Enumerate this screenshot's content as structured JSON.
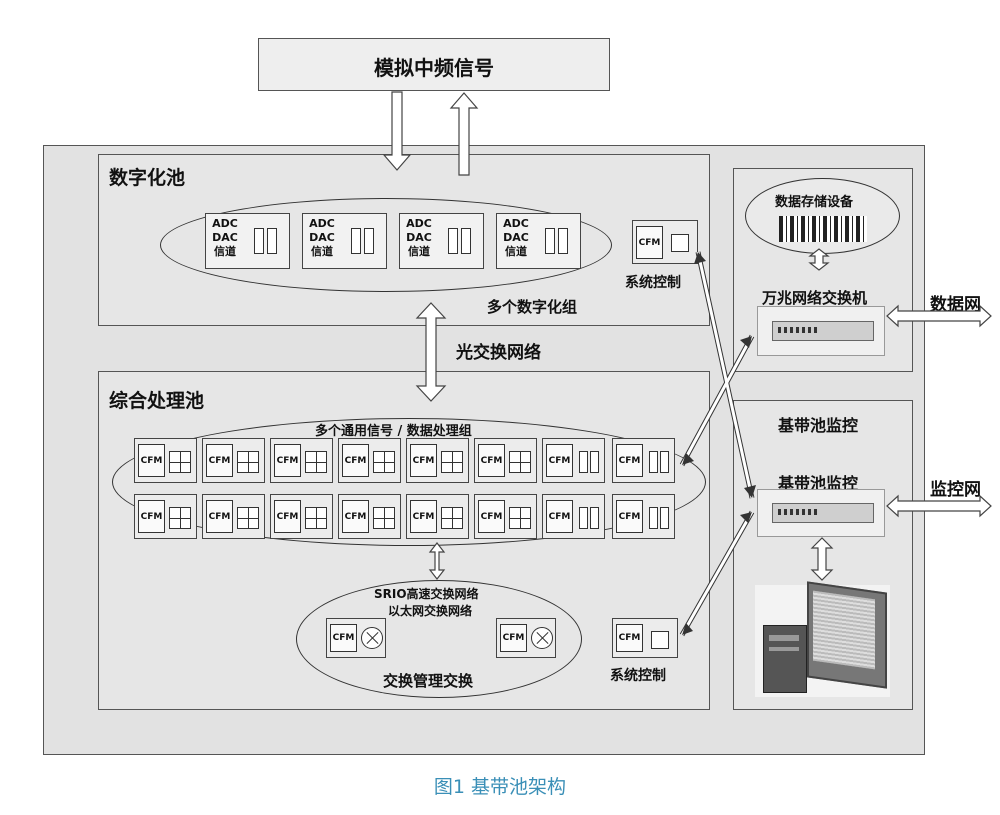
{
  "top_signal": "模拟中频信号",
  "digital_pool": {
    "title": "数字化池",
    "adc_card_lines": [
      "ADC",
      "DAC",
      "信道"
    ],
    "group_label": "多个数字化组",
    "sys_ctrl": {
      "cfm": "CFM",
      "label": "系统控制"
    }
  },
  "optical_network": "光交换网络",
  "proc_pool": {
    "title": "综合处理池",
    "group_label": "多个通用信号 / 数据处理组",
    "cfm": "CFM",
    "srio_line1": "SRIO高速交换网络",
    "srio_line2": "以太网交换网络",
    "switch_label": "交换管理交换",
    "sys_ctrl_label": "系统控制"
  },
  "storage": {
    "title": "数据存储设备",
    "switch_label": "万兆网络交换机",
    "network": "数据网"
  },
  "monitor": {
    "title": "基带池监控",
    "device_label": "基带池监控",
    "network": "监控网"
  },
  "caption": "图1 基带池架构",
  "colors": {
    "caption": "#3a8fb7",
    "box_fill": "#e6e6e6"
  }
}
